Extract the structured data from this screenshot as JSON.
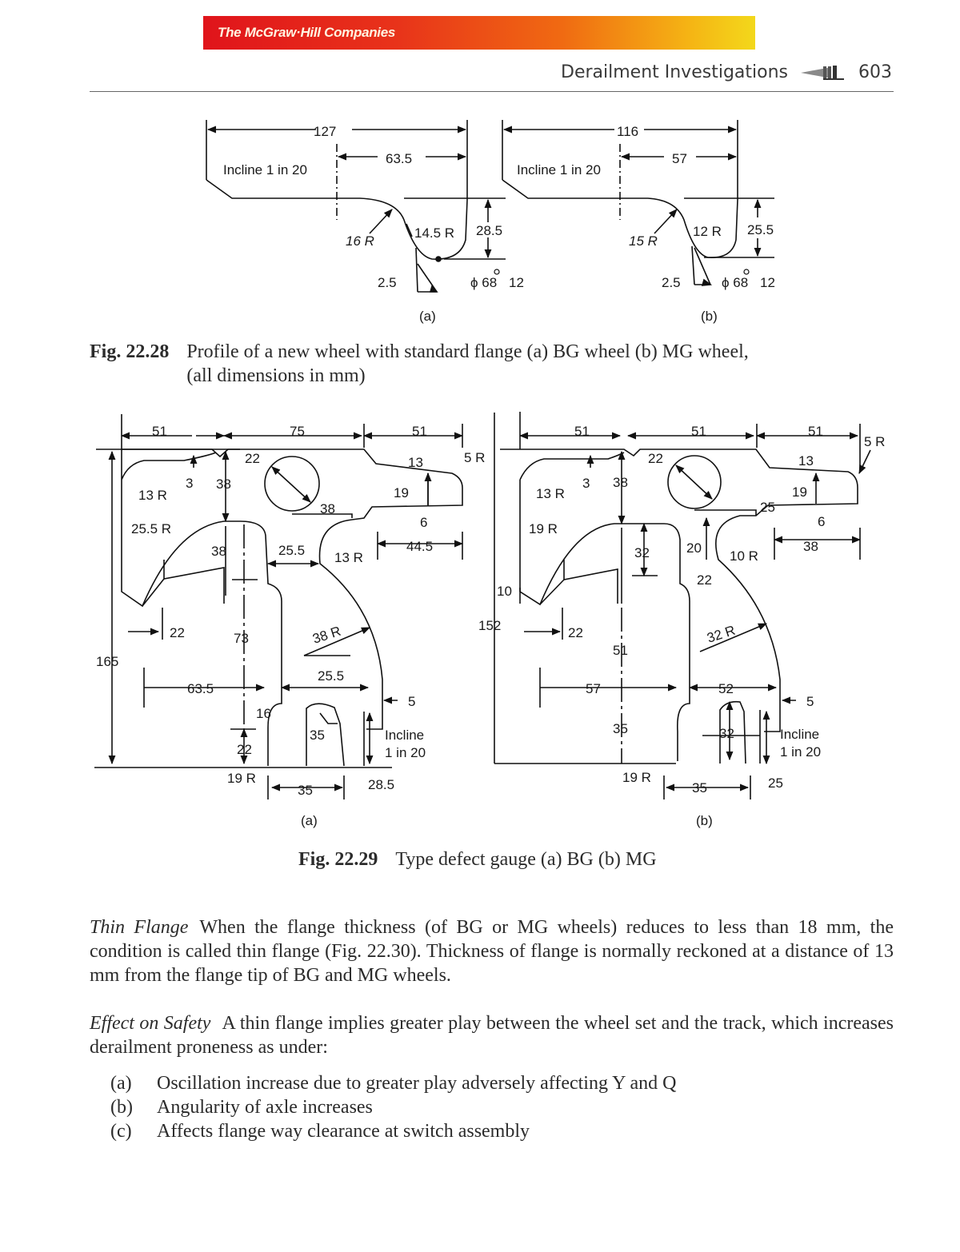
{
  "header": {
    "publisher_banner": "The McGraw·Hill Companies",
    "running_title": "Derailment Investigations",
    "page_number": "603"
  },
  "figure_22_28": {
    "caption_label": "Fig. 22.28",
    "caption_line1": "Profile of a new wheel with standard flange (a) BG wheel (b) MG wheel,",
    "caption_line2": "(all dimensions in mm)",
    "panel_a": {
      "label": "(a)",
      "incline": "Incline 1 in 20",
      "d_127": "127",
      "d_63_5": "63.5",
      "d_16R": "16 R",
      "d_14_5R": "14.5 R",
      "d_28_5": "28.5",
      "d_2_5": "2.5",
      "d_phi68": "ϕ 68",
      "d_12": "12"
    },
    "panel_b": {
      "label": "(b)",
      "incline": "Incline 1 in 20",
      "d_116": "116",
      "d_57": "57",
      "d_15R": "15 R",
      "d_12R": "12 R",
      "d_25_5": "25.5",
      "d_2_5": "2.5",
      "d_phi68": "ϕ 68",
      "d_12": "12"
    }
  },
  "figure_22_29": {
    "caption_label": "Fig. 22.29",
    "caption_text": "Type defect gauge (a) BG (b) MG",
    "panel_a": {
      "label": "(a)",
      "dims": [
        "51",
        "75",
        "51",
        "22",
        "13",
        "5 R",
        "3",
        "38",
        "13 R",
        "19",
        "38",
        "6",
        "25.5 R",
        "44.5",
        "38",
        "25.5",
        "13 R",
        "22",
        "73",
        "38 R",
        "165",
        "25.5",
        "63.5",
        "5",
        "16",
        "35",
        "Incline",
        "1 in 20",
        "22",
        "19 R",
        "35",
        "28.5"
      ]
    },
    "panel_b": {
      "label": "(b)",
      "dims": [
        "51",
        "51",
        "51",
        "5 R",
        "22",
        "13",
        "3",
        "38",
        "13 R",
        "19",
        "25",
        "6",
        "19 R",
        "38",
        "32",
        "20",
        "10 R",
        "10",
        "22",
        "152",
        "22",
        "32 R",
        "51",
        "57",
        "52",
        "5",
        "35",
        "32",
        "Incline",
        "1 in 20",
        "19 R",
        "35",
        "25"
      ]
    }
  },
  "body": {
    "thin_flange_heading": "Thin Flange",
    "thin_flange_text": "When the flange thickness (of BG or MG wheels) reduces to less than 18 mm, the condition is called thin flange (Fig. 22.30). Thickness of flange is normally reckoned at a distance of 13 mm from the flange tip of BG and MG wheels.",
    "effect_heading": "Effect on Safety",
    "effect_text": "A thin flange implies greater play between the wheel set and the track, which increases derailment proneness as under:",
    "list": [
      {
        "marker": "(a)",
        "text": "Oscillation increase due to greater play adversely affecting Y and Q"
      },
      {
        "marker": "(b)",
        "text": "Angularity of axle increases"
      },
      {
        "marker": "(c)",
        "text": "Affects flange way clearance at switch assembly"
      }
    ]
  }
}
